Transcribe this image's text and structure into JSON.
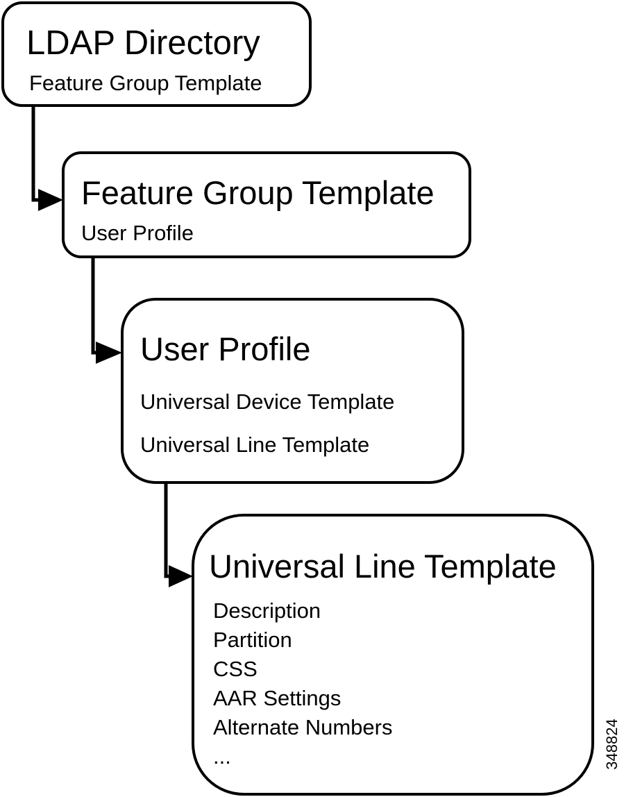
{
  "boxes": [
    {
      "title": "LDAP Directory",
      "items": [
        "Feature Group Template"
      ]
    },
    {
      "title": "Feature Group Template",
      "items": [
        "User Profile"
      ]
    },
    {
      "title": "User Profile",
      "items": [
        "Universal Device Template",
        "Universal Line Template"
      ]
    },
    {
      "title": "Universal Line Template",
      "items": [
        "Description",
        "Partition",
        "CSS",
        "AAR Settings",
        "Alternate Numbers",
        "..."
      ]
    }
  ],
  "figure_number": "348824",
  "colors": {
    "line": "#000000",
    "background": "#ffffff"
  }
}
